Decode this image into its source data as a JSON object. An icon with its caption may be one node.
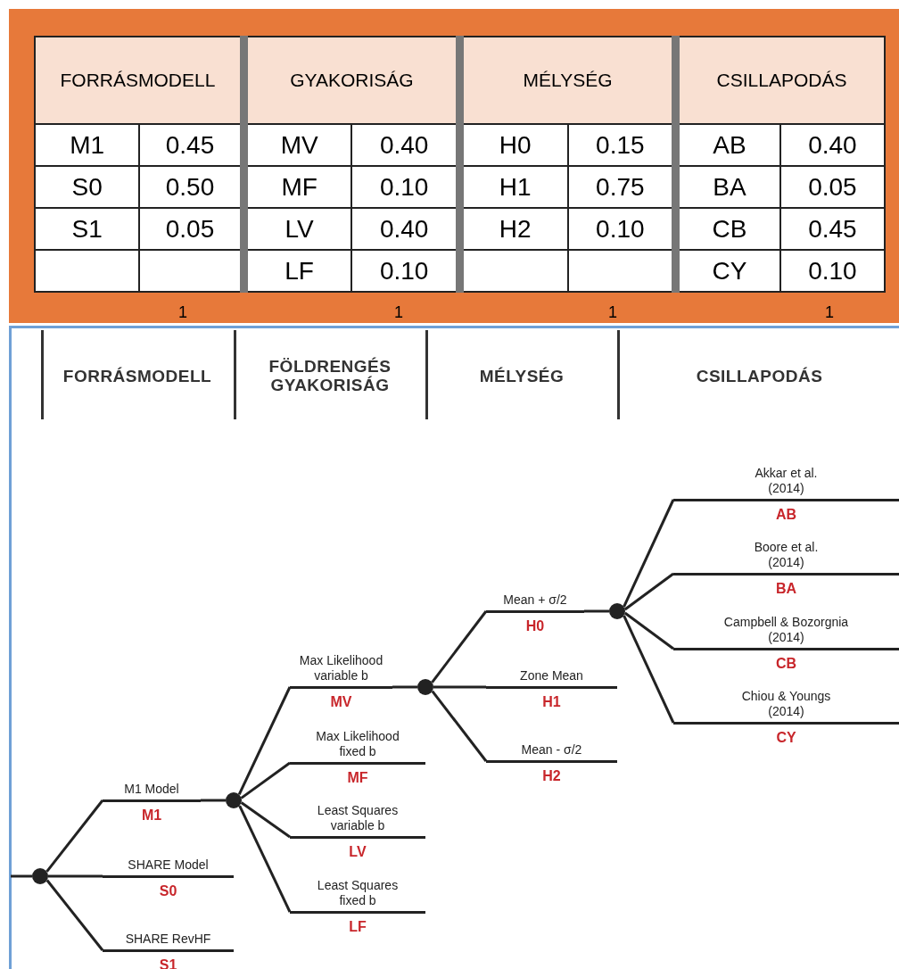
{
  "diagram": {
    "nodes": [
      {
        "text": [],
        "shape": "circle"
      },
      {
        "text": [
          "M1 Model",
          "M1"
        ]
      },
      {
        "text": [
          "SHARE Model",
          "S0"
        ]
      },
      {
        "text": [
          "SHARE RevHF",
          "S1"
        ]
      },
      {
        "text": [],
        "shape": "circle"
      },
      {
        "text": [
          "Max Likelihood variable b",
          "MV"
        ]
      },
      {
        "text": [
          "Max Likelihood fixed b",
          "MF"
        ]
      },
      {
        "text": [
          "Least Squares variable b",
          "LV"
        ]
      },
      {
        "text": [
          "Least Squares fixed b",
          "LF"
        ]
      },
      {
        "text": [],
        "shape": "circle"
      },
      {
        "text": [
          "Mean + σ/2",
          "H0"
        ]
      },
      {
        "text": [
          "Zone Mean",
          "H1"
        ]
      },
      {
        "text": [
          "Mean - σ/2",
          "H2"
        ]
      },
      {
        "text": [],
        "shape": "circle"
      },
      {
        "text": [
          "Akkar et al. (2014)",
          "AB"
        ]
      },
      {
        "text": [
          "Boore et al. (2014)",
          "BA"
        ]
      },
      {
        "text": [
          "Campbell & Bozorgnia (2014)",
          "CB"
        ]
      },
      {
        "text": [
          "Chiou & Youngs (2014)",
          "CY"
        ]
      }
    ],
    "edges": [
      {
        "from": null,
        "to": 0,
        "arrow": "none"
      },
      {
        "from": 0,
        "to": 1,
        "arrow": "none"
      },
      {
        "from": 0,
        "to": 2,
        "arrow": "none"
      },
      {
        "from": 0,
        "to": 3,
        "arrow": "none"
      },
      {
        "from": 1,
        "to": 4,
        "arrow": "none"
      },
      {
        "from": 4,
        "to": 5,
        "arrow": "none"
      },
      {
        "from": 4,
        "to": 6,
        "arrow": "none"
      },
      {
        "from": 4,
        "to": 7,
        "arrow": "none"
      },
      {
        "from": 4,
        "to": 8,
        "arrow": "none"
      },
      {
        "from": 5,
        "to": 9,
        "arrow": "none"
      },
      {
        "from": 9,
        "to": 10,
        "arrow": "none"
      },
      {
        "from": 9,
        "to": 11,
        "arrow": "none"
      },
      {
        "from": 9,
        "to": 12,
        "arrow": "none"
      },
      {
        "from": 10,
        "to": 13,
        "arrow": "none"
      },
      {
        "from": 13,
        "to": 14,
        "arrow": "none"
      },
      {
        "from": 13,
        "to": 15,
        "arrow": "none"
      },
      {
        "from": 13,
        "to": 16,
        "arrow": "none"
      },
      {
        "from": 13,
        "to": 17,
        "arrow": "none"
      }
    ],
    "labels": [
      "FORRÁSMODELL",
      "GYAKORISÁG",
      "MÉLYSÉG",
      "CSILLAPODÁS",
      "M1",
      "0.45",
      "MV",
      "0.40",
      "H0",
      "0.15",
      "AB",
      "0.40",
      "S0",
      "0.50",
      "MF",
      "0.10",
      "H1",
      "0.75",
      "BA",
      "0.05",
      "S1",
      "0.05",
      "LV",
      "0.40",
      "H2",
      "0.10",
      "CB",
      "0.45",
      "LF",
      "0.10",
      "CY",
      "0.10",
      "1",
      "1",
      "1",
      "1",
      "FORRÁSMODELL",
      "FÖLDRENGÉS GYAKORISÁG",
      "MÉLYSÉG",
      "CSILLAPODÁS"
    ]
  }
}
